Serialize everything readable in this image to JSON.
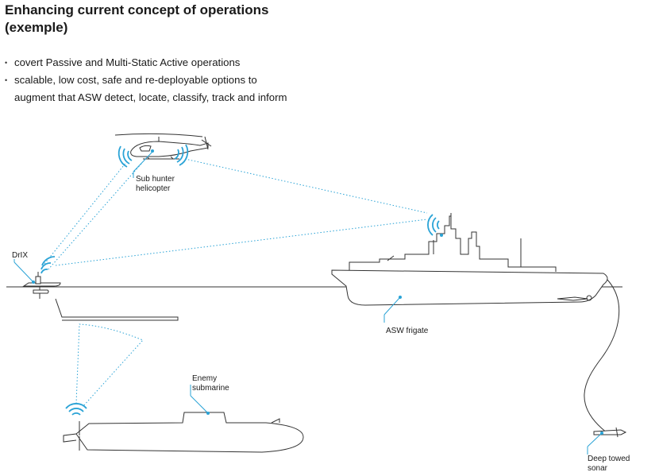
{
  "title_lines": [
    "Enhancing current concept of operations",
    "(exemple)"
  ],
  "bullets": [
    "covert Passive and Multi-Static Active operations",
    "scalable, low cost, safe and re-deployable options to",
    "augment that ASW detect, locate, classify, track and inform"
  ],
  "labels": {
    "helicopter": [
      "Sub hunter",
      "helicopter"
    ],
    "drix": [
      "DrIX"
    ],
    "frigate": [
      "ASW frigate"
    ],
    "submarine": [
      "Enemy",
      "submarine"
    ],
    "sonar": [
      "Deep towed",
      "sonar"
    ]
  },
  "colors": {
    "accent": "#2aa3d6",
    "line": "#333333",
    "text": "#1a1a1a"
  },
  "icons": [
    "signal-waves-icon",
    "helicopter-icon",
    "drone-boat-icon",
    "frigate-icon",
    "submarine-icon",
    "towed-sonar-icon"
  ]
}
